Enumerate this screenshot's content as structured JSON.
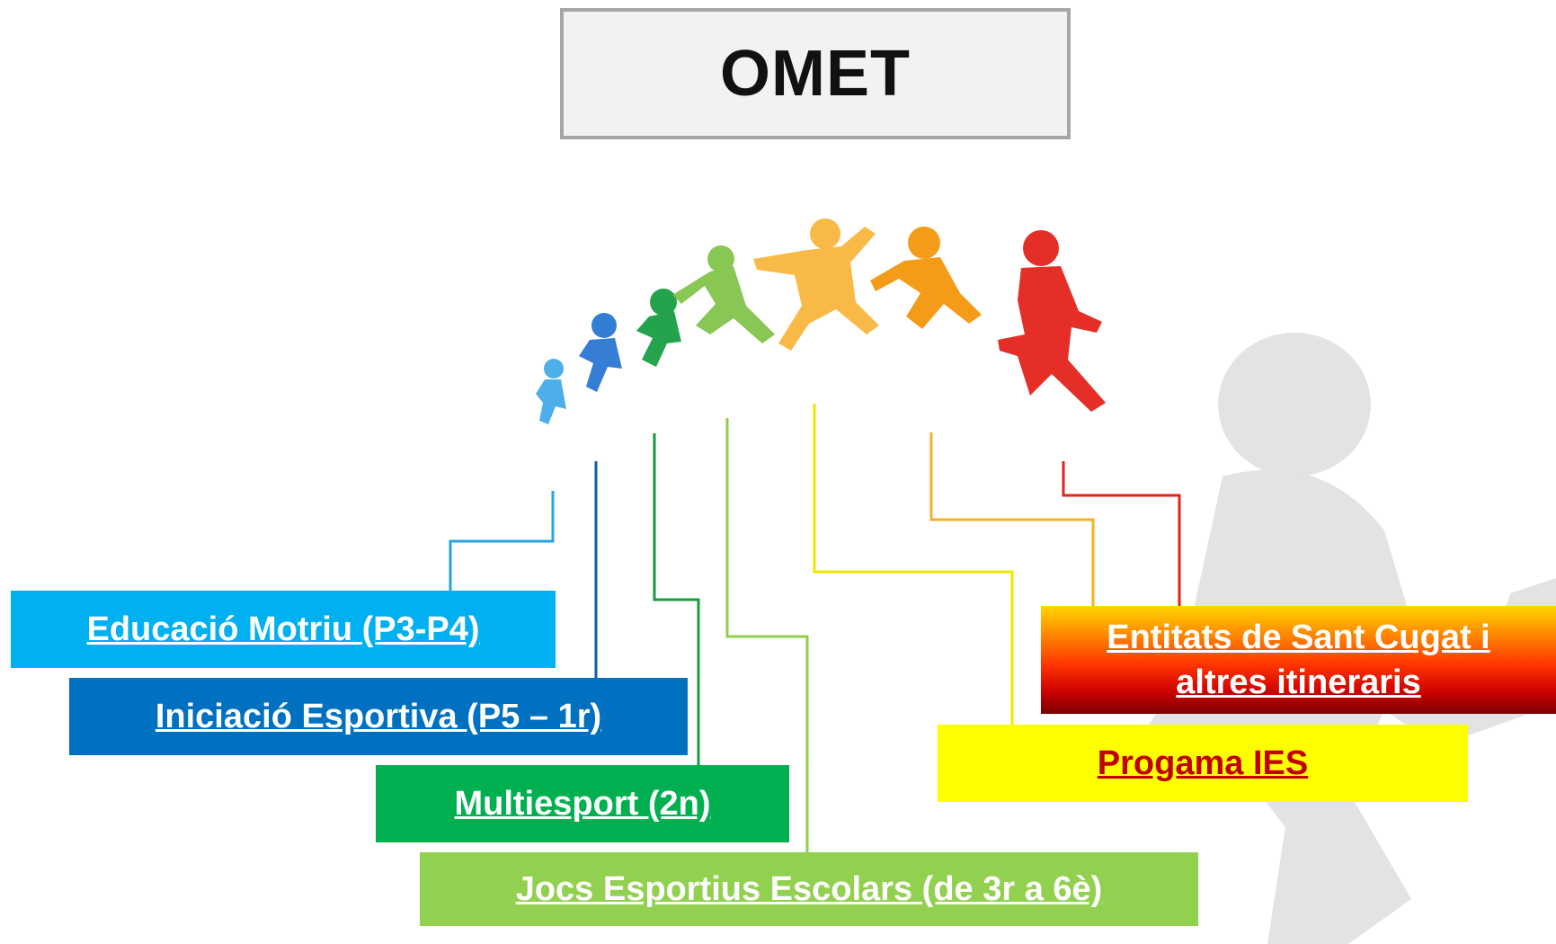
{
  "title": "OMET",
  "stages": [
    {
      "label": "Educació Motriu (P3-P4)",
      "color": "#00b0f0"
    },
    {
      "label": "Iniciació Esportiva (P5 – 1r)",
      "color": "#0070c0"
    },
    {
      "label": "Multiesport (2n)",
      "color": "#00b050"
    },
    {
      "label": "Jocs Esportius Escolars (de 3r a 6è)",
      "color": "#92d050"
    },
    {
      "label": "Progama IES",
      "color": "#ffff00"
    },
    {
      "label": "Entitats de Sant Cugat i altres itineraris",
      "color": "#ff0000"
    }
  ],
  "runner_colors": [
    "#3aa6e8",
    "#1f6fd0",
    "#0d9a3a",
    "#7dc242",
    "#f9b233",
    "#f39200",
    "#e3231b"
  ],
  "icons": {
    "background": "runner-silhouette",
    "header": "runners-progression"
  }
}
